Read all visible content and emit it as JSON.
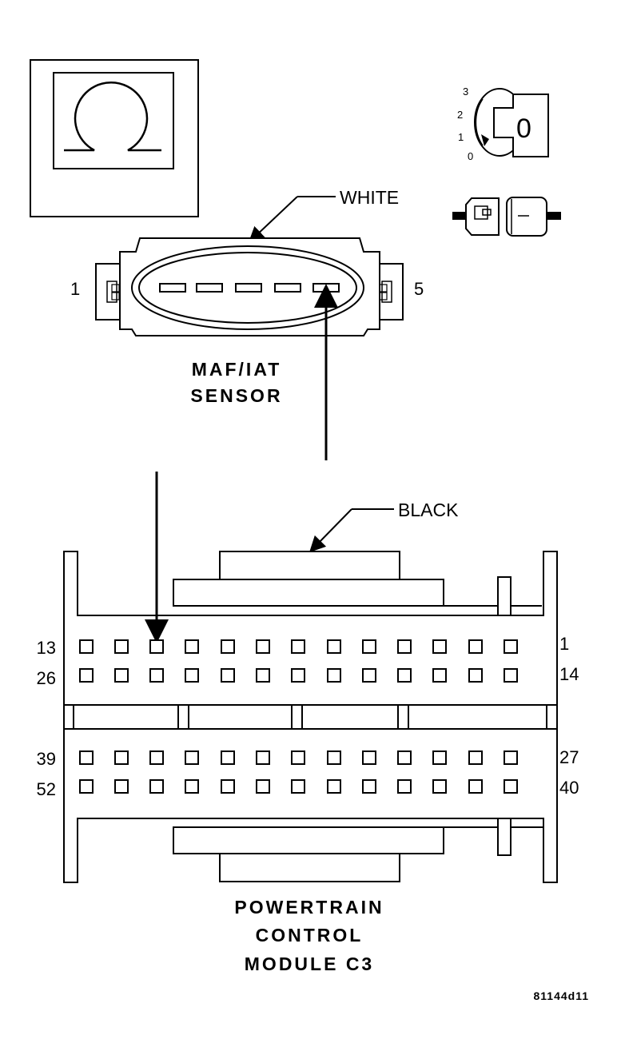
{
  "meter": {
    "symbol": "Ω",
    "icon": "ohmmeter-icon"
  },
  "ignition": {
    "positions": [
      "3",
      "2",
      "1",
      "0"
    ],
    "key_label": "0",
    "icon": "ignition-key-off-icon",
    "connector_icon": "disconnect-connector-icon"
  },
  "sensor": {
    "color_label": "WHITE",
    "pin_left": "1",
    "pin_right": "5",
    "title_line1": "MAF/IAT",
    "title_line2": "SENSOR"
  },
  "pcm": {
    "color_label": "BLACK",
    "row_labels_left": [
      "13",
      "26",
      "39",
      "52"
    ],
    "row_labels_right": [
      "1",
      "14",
      "27",
      "40"
    ],
    "title_line1": "POWERTRAIN",
    "title_line2": "CONTROL",
    "title_line3": "MODULE C3"
  },
  "figure_id": "81144d11"
}
